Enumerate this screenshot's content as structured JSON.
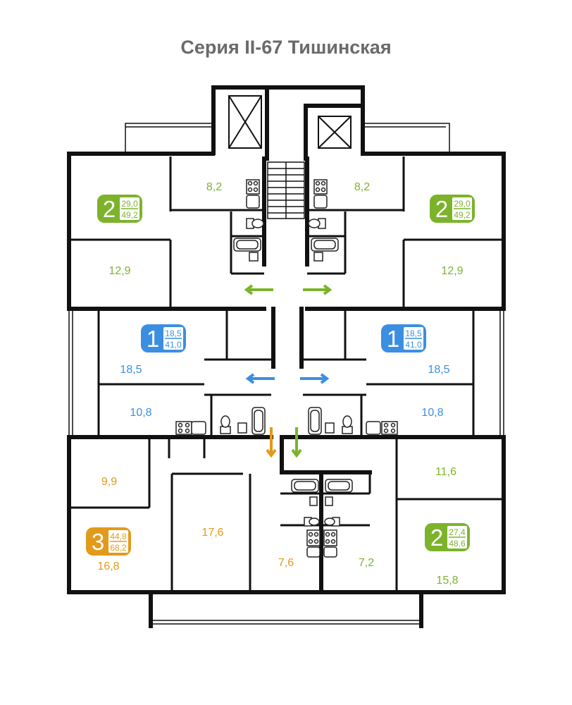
{
  "title": "Серия II-67 Тишинская",
  "colors": {
    "wall": "#111111",
    "green": "#7cb32b",
    "blue": "#3b8fe0",
    "orange": "#e29a1a",
    "title": "#6a6a6a",
    "fixture": "#333333"
  },
  "icons": [
    "elevator-icon",
    "stairs-icon",
    "stove-icon",
    "toilet-icon",
    "bathtub-icon",
    "sink-icon",
    "arrow-icon"
  ],
  "apartments": [
    {
      "id": "apt-top-left",
      "rooms": "2",
      "living_area": "29,0",
      "total_area": "49,2",
      "color": "green"
    },
    {
      "id": "apt-top-right",
      "rooms": "2",
      "living_area": "29,0",
      "total_area": "49,2",
      "color": "green"
    },
    {
      "id": "apt-mid-left",
      "rooms": "1",
      "living_area": "18,5",
      "total_area": "41,0",
      "color": "blue"
    },
    {
      "id": "apt-mid-right",
      "rooms": "1",
      "living_area": "18,5",
      "total_area": "41,0",
      "color": "blue"
    },
    {
      "id": "apt-bottom-left",
      "rooms": "3",
      "living_area": "44,8",
      "total_area": "68,2",
      "color": "orange"
    },
    {
      "id": "apt-bottom-right",
      "rooms": "2",
      "living_area": "27,4",
      "total_area": "48,6",
      "color": "green"
    }
  ],
  "room_areas": [
    {
      "id": "tl-kitchen",
      "value": "8,2",
      "color": "green"
    },
    {
      "id": "tr-kitchen",
      "value": "8,2",
      "color": "green"
    },
    {
      "id": "tl-room",
      "value": "12,9",
      "color": "green"
    },
    {
      "id": "tr-room",
      "value": "12,9",
      "color": "green"
    },
    {
      "id": "ml-room",
      "value": "18,5",
      "color": "blue"
    },
    {
      "id": "mr-room",
      "value": "18,5",
      "color": "blue"
    },
    {
      "id": "ml-kitchen",
      "value": "10,8",
      "color": "blue"
    },
    {
      "id": "mr-kitchen",
      "value": "10,8",
      "color": "blue"
    },
    {
      "id": "bl-room-small",
      "value": "9,9",
      "color": "orange"
    },
    {
      "id": "bl-room-large",
      "value": "17,6",
      "color": "orange"
    },
    {
      "id": "bl-room-corner",
      "value": "16,8",
      "color": "orange"
    },
    {
      "id": "bl-kitchen",
      "value": "7,6",
      "color": "orange"
    },
    {
      "id": "br-kitchen",
      "value": "7,2",
      "color": "green"
    },
    {
      "id": "br-room-top",
      "value": "11,6",
      "color": "green"
    },
    {
      "id": "br-room-bottom",
      "value": "15,8",
      "color": "green"
    }
  ]
}
